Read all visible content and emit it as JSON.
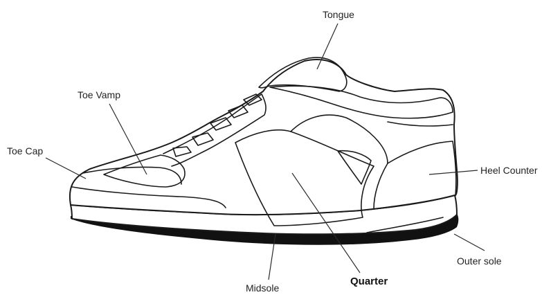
{
  "labels": {
    "tongue": "Tongue",
    "toe_vamp": "Toe Vamp",
    "toe_cap": "Toe Cap",
    "heel_counter": "Heel Counter",
    "outer_sole": "Outer sole",
    "quarter": "Quarter",
    "midsole": "Midsole"
  },
  "colors": {
    "outline": "#1a1a1a",
    "outsole_fill": "#111111",
    "background": "#ffffff"
  }
}
